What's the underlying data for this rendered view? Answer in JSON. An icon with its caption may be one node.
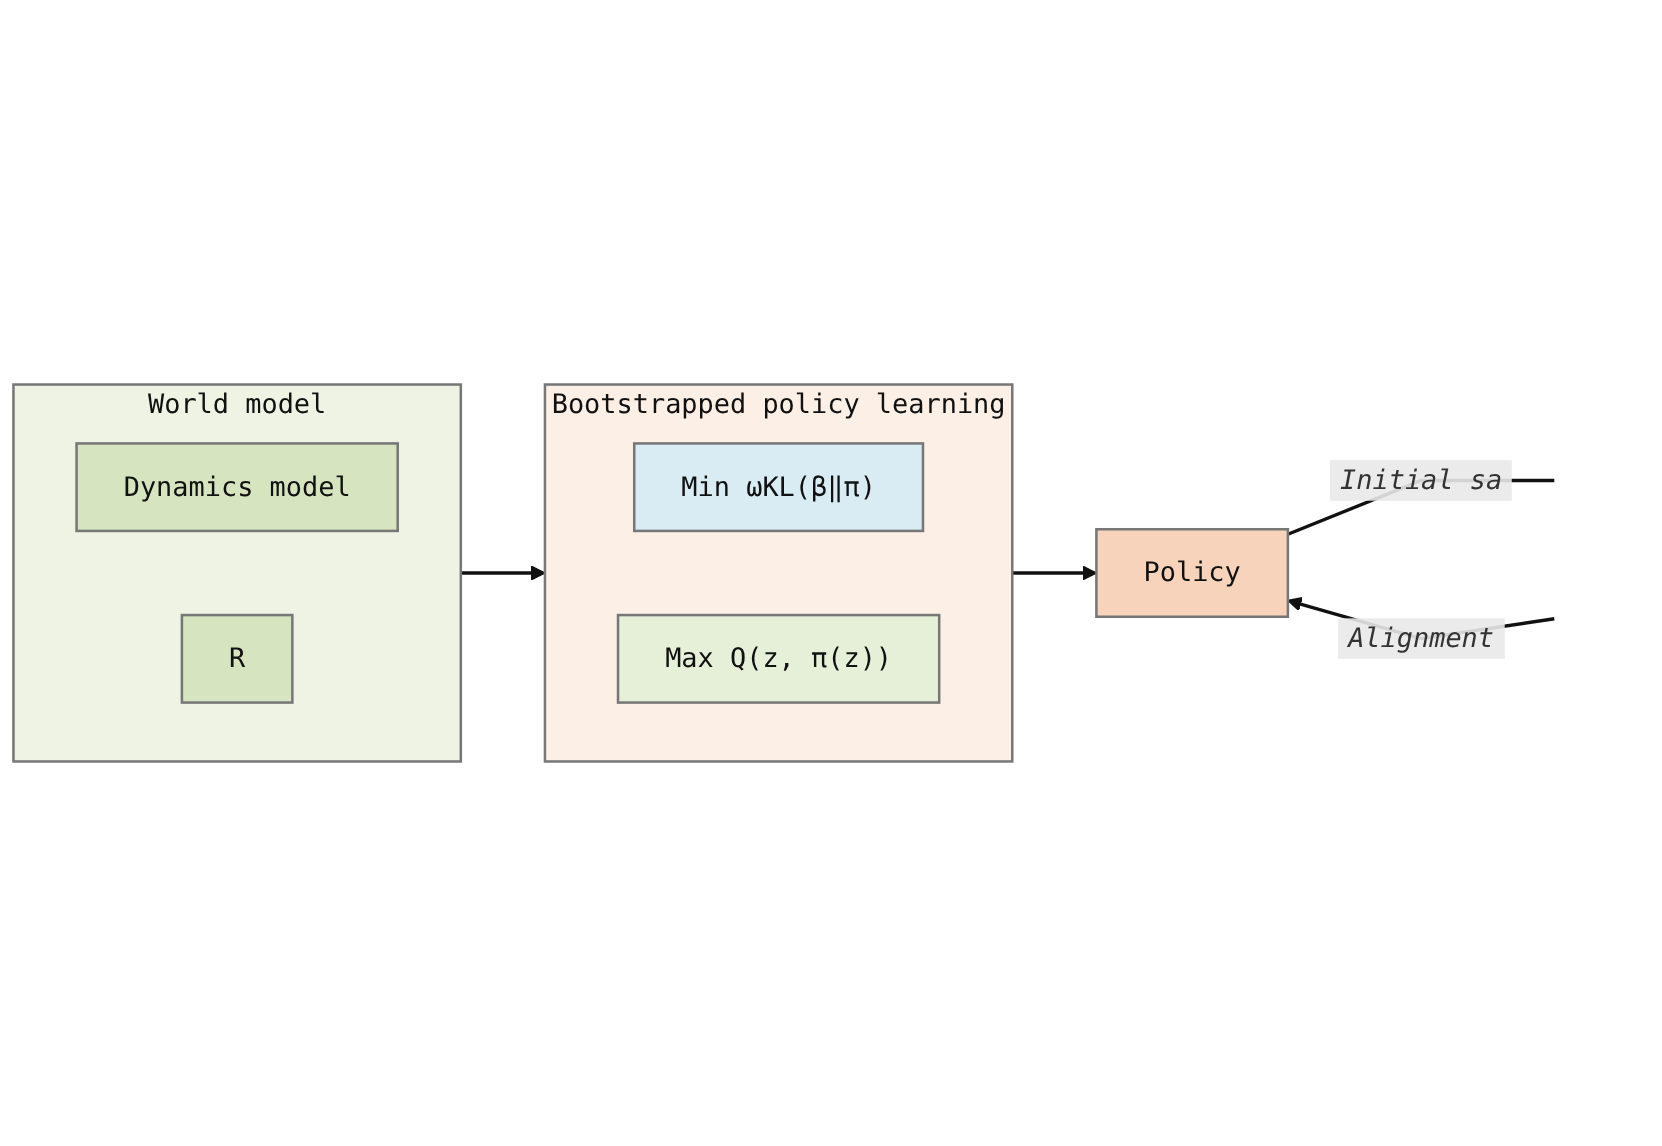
{
  "diagram": {
    "nodes": [
      {
        "text": [
          "Bootstrapped policy learning"
        ]
      },
      {
        "text": [
          "Min ωKL(β‖π)"
        ],
        "in": 0
      },
      {
        "text": [
          "Max Q(z, π(z))"
        ],
        "in": 0
      },
      {
        "text": [
          "Policy"
        ]
      },
      {
        "text": [
          "World model"
        ]
      },
      {
        "text": [
          "Dynamics model"
        ],
        "in": 4
      },
      {
        "text": [
          "R"
        ],
        "in": 4
      }
    ],
    "edges": [
      {
        "from": 0,
        "to": 3,
        "arrow": "to"
      },
      {
        "from": 4,
        "to": 0,
        "arrow": "to"
      },
      {
        "from": 3,
        "to": null,
        "arrow": "none",
        "label": "Initial sa"
      },
      {
        "from": null,
        "to": 3,
        "arrow": "to",
        "label": "Alignment"
      }
    ]
  }
}
